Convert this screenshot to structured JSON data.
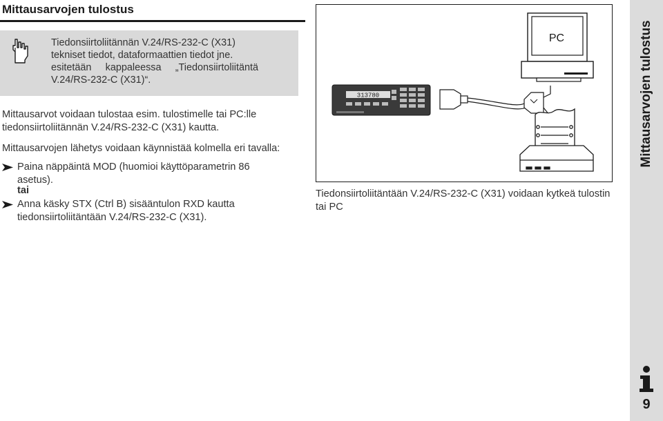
{
  "section_title": "Mittausarvojen tulostus",
  "note": {
    "icon": "pointing-hand-icon",
    "lines": [
      [
        "Tiedonsiirtoliitännän V.24/RS-232-C (X31)"
      ],
      [
        "tekniset tiedot, dataformaattien tiedot jne."
      ],
      [
        "esitetään",
        "kappaleessa",
        "„Tiedonsiirtoliitäntä"
      ],
      [
        "V.24/RS-232-C (X31)“."
      ]
    ]
  },
  "paragraph_1": "Mittausarvot voidaan tulostaa esim. tulostimelle tai PC:lle tiedonsiirtoliitännän V.24/RS-232-C (X31) kautta.",
  "paragraph_2": "Mittausarvojen lähetys voidaan käynnistää kolmella eri tavalla:",
  "steps": [
    "Paina näppäintä MOD (huomioi käyttöparametrin 86 asetus).",
    "Anna käsky STX (Ctrl B) sisääntulon RXD kautta tiedonsiirtoliitäntään V.24/RS-232-C (X31)."
  ],
  "or_label": "tai",
  "figure": {
    "pc_label": "PC",
    "display_readout": "313780"
  },
  "caption": "Tiedonsiirtoliitäntään V.24/RS-232-C (X31) voidaan kytkeä tulostin tai PC",
  "sidebar_title": "Mittausarvojen tulostus",
  "page_number": "9"
}
